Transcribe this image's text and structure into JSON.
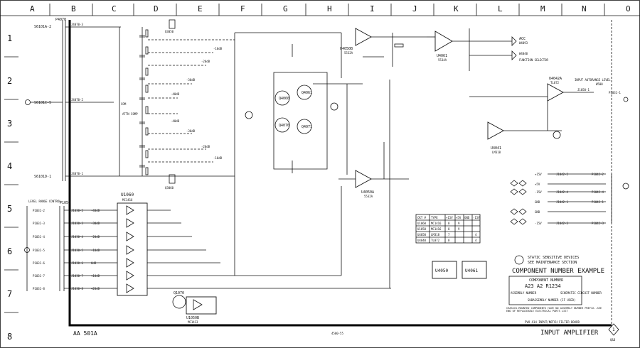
{
  "grid": {
    "columns": [
      "A",
      "B",
      "C",
      "D",
      "E",
      "F",
      "G",
      "H",
      "I",
      "J",
      "K",
      "L",
      "M",
      "N",
      "O"
    ],
    "rows": [
      "1",
      "2",
      "3",
      "4",
      "5",
      "6",
      "7",
      "8"
    ]
  },
  "chips": {
    "u1060": {
      "ref": "U1060",
      "part": "MC1416"
    },
    "u1050b": {
      "ref": "U1050B",
      "part": "MC1413"
    },
    "q1070": "Q1070",
    "u4050b": {
      "ref": "U4050B",
      "part": "5532A"
    },
    "u4050a": {
      "ref": "U4050A",
      "part": "5532A"
    },
    "u4061": {
      "ref": "U4061",
      "part": "5534A"
    },
    "u4042a": {
      "ref": "U4042A",
      "part": "TL072"
    },
    "u4041": {
      "ref": "U4041",
      "part": "LM318"
    },
    "q4060": "Q4060",
    "q4061": "Q4061",
    "q4070": "Q4070",
    "q4071": "Q4071",
    "q3050": "Q3050",
    "q3060": "Q3060",
    "u4050_small": "U4050",
    "u4061_small": "U4061"
  },
  "connectors": {
    "p4070": "P4070",
    "p1031": "P1031",
    "p1042": "P1042",
    "p1050": "P1050",
    "in_top": "S6101A-2",
    "in_mid": "S6101C-5",
    "in_bot": "S6101D-1",
    "range_title": "LEVEL RANGE CONTROL",
    "range_pins": [
      "P1031-2",
      "P1031-3",
      "P1031-4",
      "P1031-5",
      "P1031-6",
      "P1031-7",
      "P1031-8"
    ],
    "j_rows": [
      "J1030-2",
      "J1030-3",
      "J1030-4",
      "J1030-5",
      "J1030-6",
      "J1030-7",
      "J1030-8"
    ],
    "gains": [
      "-40dB",
      "-30dB",
      "-20dB",
      "-10dB",
      "0dB",
      "+10dB",
      "+20dB"
    ],
    "lines": [
      "J4070-3",
      "J4070-2",
      "J4070-1"
    ]
  },
  "labels": {
    "com": "COM",
    "attn_comp": "ATTN COMP",
    "acc": "ACC",
    "acc_ref": "W4093",
    "func_sel": "FUNCTION SELECTOR",
    "func_ref": "W4040",
    "input_level": "INPUT AUTORANGE LEVEL",
    "input_level_ref": "J1050-1",
    "p1031_right": "P1031-1",
    "w500": "W500"
  },
  "power_pins": [
    {
      "v": "+15V",
      "pin": "J1042-2",
      "to": "P1042-2"
    },
    {
      "v": "-15V",
      "pin": "J1042-4",
      "to": "P1042-4"
    },
    {
      "v": "+5V",
      "pin": "",
      "to": ""
    },
    {
      "v": "GND",
      "pin": "J1042-1",
      "to": "P1042-1"
    },
    {
      "v": "GND",
      "pin": "",
      "to": ""
    },
    {
      "v": "-15V",
      "pin": "J1042-3",
      "to": "P1042-3"
    }
  ],
  "table": {
    "headers": [
      "CKT #",
      "TYPE",
      "+15V",
      "+5V",
      "GND",
      "-15V"
    ],
    "rows": [
      [
        "U1060",
        "MC1416",
        "8",
        "9",
        "",
        ""
      ],
      [
        "U1050",
        "MC1416",
        "8",
        "9",
        "",
        ""
      ],
      [
        "U4050",
        "LM318",
        "7",
        "",
        "",
        "4"
      ],
      [
        "U4040",
        "TL072",
        "8",
        "",
        "",
        "4"
      ]
    ]
  },
  "static_note": [
    "STATIC SENSITIVE DEVICES",
    "SEE MAINTENANCE SECTION"
  ],
  "component_example": {
    "title": "COMPONENT NUMBER EXAMPLE",
    "box_title": "COMPONENT NUMBER",
    "example": "A23 A2 R1234",
    "assembly": "ASSEMBLY NUMBER",
    "subassembly": "SUBASSEMBLY NUMBER (IF USED)",
    "schematic": "SCHEMATIC CIRCUIT NUMBER"
  },
  "chassis_note": "CHASSIS-MOUNTED COMPONENTS HAVE NO ASSEMBLY NUMBER PREFIX--SEE END OF REPLACEABLE ELECTRICAL PARTS LIST",
  "board": "PVO A14 INPUT/NOTCH FILTER BOARD",
  "footer": {
    "model": "AA 501A",
    "doc": "4500-55",
    "title": "INPUT AMPLIFIER",
    "sheet": "1",
    "rev": "Q&D"
  }
}
